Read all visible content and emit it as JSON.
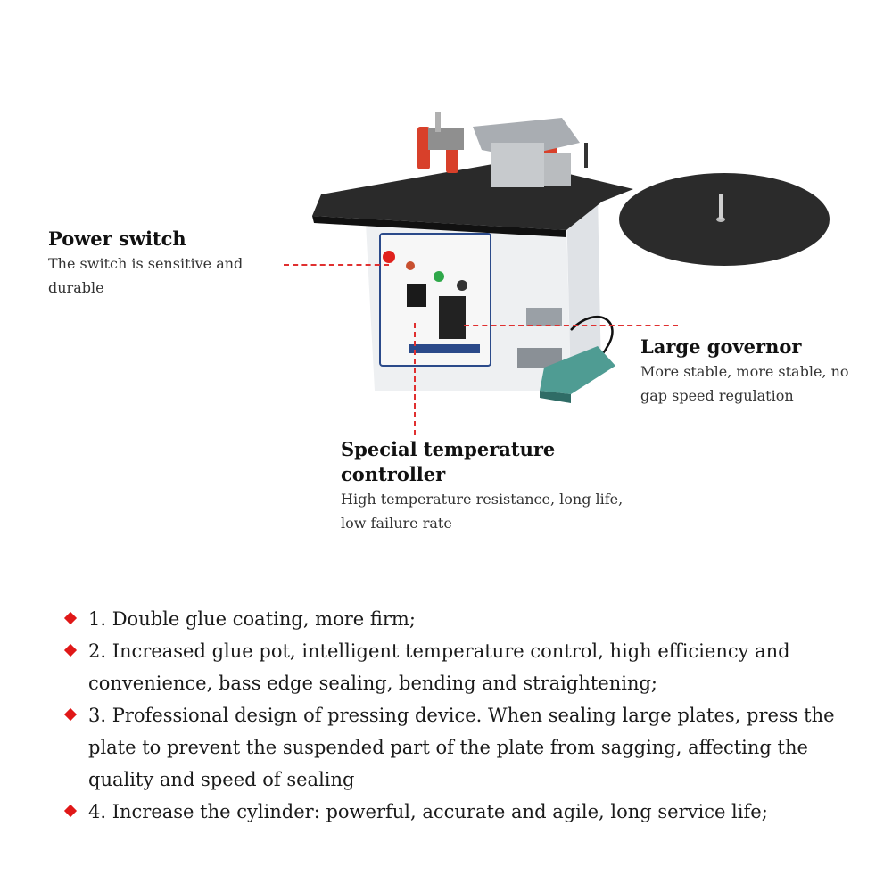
{
  "callouts": {
    "power_switch": {
      "title": "Power switch",
      "desc_line1": "The switch is sensitive and",
      "desc_line2": "durable"
    },
    "governor": {
      "title": "Large governor",
      "desc_line1": "More stable, more stable, no",
      "desc_line2": "gap speed regulation"
    },
    "temp_controller": {
      "title_line1": "Special temperature",
      "title_line2": "controller",
      "desc_line1": "High temperature resistance, long life,",
      "desc_line2": "low failure rate"
    }
  },
  "features": [
    {
      "line1": "1. Double glue coating, more firm;",
      "line2": "",
      "line3": ""
    },
    {
      "line1": "2. Increased glue pot, intelligent temperature control, high efficiency and",
      "line2": "convenience, bass edge sealing, bending and straightening;",
      "line3": ""
    },
    {
      "line1": "3. Professional design of pressing device. When sealing large plates, press the",
      "line2": "plate to prevent the suspended part of the plate from sagging, affecting the",
      "line3": "quality and speed of sealing"
    },
    {
      "line1": "4. Increase the cylinder: powerful, accurate and agile, long service life;",
      "line2": "",
      "line3": ""
    }
  ],
  "colors": {
    "accent": "#e01818",
    "tabletop": "#2a2a2a",
    "body": "#eef0f2",
    "panel": "#f7f7f7",
    "pedal": "#4f9c93"
  }
}
